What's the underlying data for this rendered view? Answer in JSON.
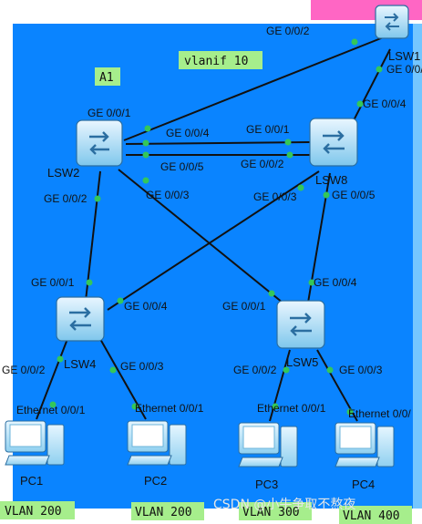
{
  "title_tag": "vlanif 10",
  "area_tag": "A1",
  "switches": {
    "lsw1": "LSW1",
    "lsw2": "LSW2",
    "lsw8": "LSW8",
    "lsw4": "LSW4",
    "lsw5": "LSW5"
  },
  "pcs": {
    "pc1": "PC1",
    "pc2": "PC2",
    "pc3": "PC3",
    "pc4": "PC4"
  },
  "ports": {
    "lsw1_to_lsw2": "GE 0/0/2",
    "lsw1_to_lsw8": "GE 0/0/",
    "lsw2_p1": "GE 0/0/1",
    "lsw2_p4": "GE 0/0/4",
    "lsw2_p5": "GE 0/0/5",
    "lsw2_p3": "GE 0/0/3",
    "lsw2_p2": "GE 0/0/2",
    "lsw8_p4": "GE 0/0/4",
    "lsw8_p1": "GE 0/0/1",
    "lsw8_p2": "GE 0/0/2",
    "lsw8_p3": "GE 0/0/3",
    "lsw8_p5": "GE 0/0/5",
    "lsw4_p1": "GE 0/0/1",
    "lsw4_p4": "GE 0/0/4",
    "lsw4_p2": "GE 0/0/2",
    "lsw4_p3": "GE 0/0/3",
    "lsw5_p4": "GE 0/0/4",
    "lsw5_p1": "GE 0/0/1",
    "lsw5_p2": "GE 0/0/2",
    "lsw5_p3": "GE 0/0/3",
    "pc1_eth": "Ethernet 0/0/1",
    "pc2_eth": "Ethernet 0/0/1",
    "pc3_eth": "Ethernet 0/0/1",
    "pc4_eth": "Ethernet 0/0/"
  },
  "vlans": {
    "pc1": "VLAN 200",
    "pc2": "VLAN 200",
    "pc3": "VLAN 300",
    "pc4": "VLAN 400"
  },
  "watermark": "CSDN @小牛争取不熬夜",
  "colors": {
    "background_blue": "#0a84ff",
    "tag_green": "#a6ee8c",
    "pink_block": "#ff66c4",
    "link_black": "#111111",
    "port_dot_green": "#34c759"
  }
}
